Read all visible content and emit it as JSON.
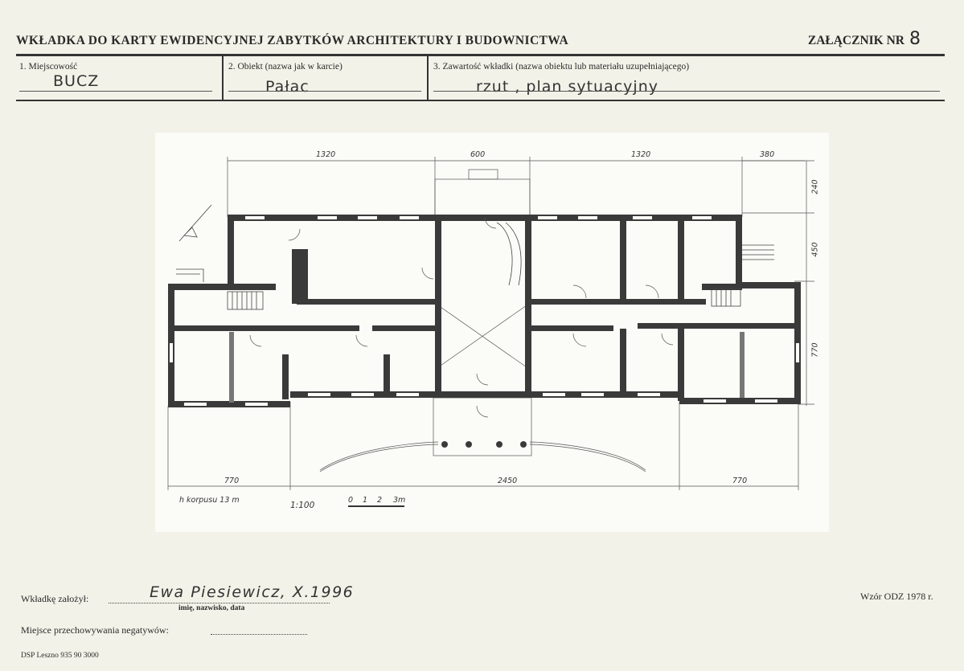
{
  "header": {
    "title": "WKŁADKA DO KARTY EWIDENCYJNEJ ZABYTKÓW  ARCHITEKTURY I BUDOWNICTWA",
    "annex_label": "ZAŁĄCZNIK NR",
    "annex_number": "8"
  },
  "fields": {
    "locality": {
      "label": "1. Miejscowość",
      "value": "BUCZ"
    },
    "object": {
      "label": "2. Obiekt (nazwa jak w karcie)",
      "value": "Pałac"
    },
    "content": {
      "label": "3. Zawartość wkładki (nazwa obiektu lub materiału uzupełniającego)",
      "value": "rzut , plan sytuacyjny"
    }
  },
  "plan": {
    "dimensions_top": [
      "1320",
      "600",
      "1320",
      "380"
    ],
    "dimensions_bottom": [
      "770",
      "2450",
      "770"
    ],
    "dimensions_right": [
      "240",
      "450",
      "770"
    ],
    "height_note": "h korpusu 13 m",
    "scale": "1:100",
    "scale_bar": [
      "0",
      "1",
      "2",
      "3m"
    ]
  },
  "footer": {
    "created_by_label": "Wkładkę założył:",
    "created_by_value": "Ewa Piesiewicz, X.1996",
    "created_by_hint": "imię, nazwisko, data",
    "negatives_label": "Miejsce przechowywania negatywów:",
    "template": "Wzór ODZ 1978 r.",
    "printer": "DSP Leszno 935 90 3000"
  },
  "colors": {
    "paper": "#f3f2e8",
    "ink": "#2a2a2a",
    "wall": "#3a3a3a"
  }
}
